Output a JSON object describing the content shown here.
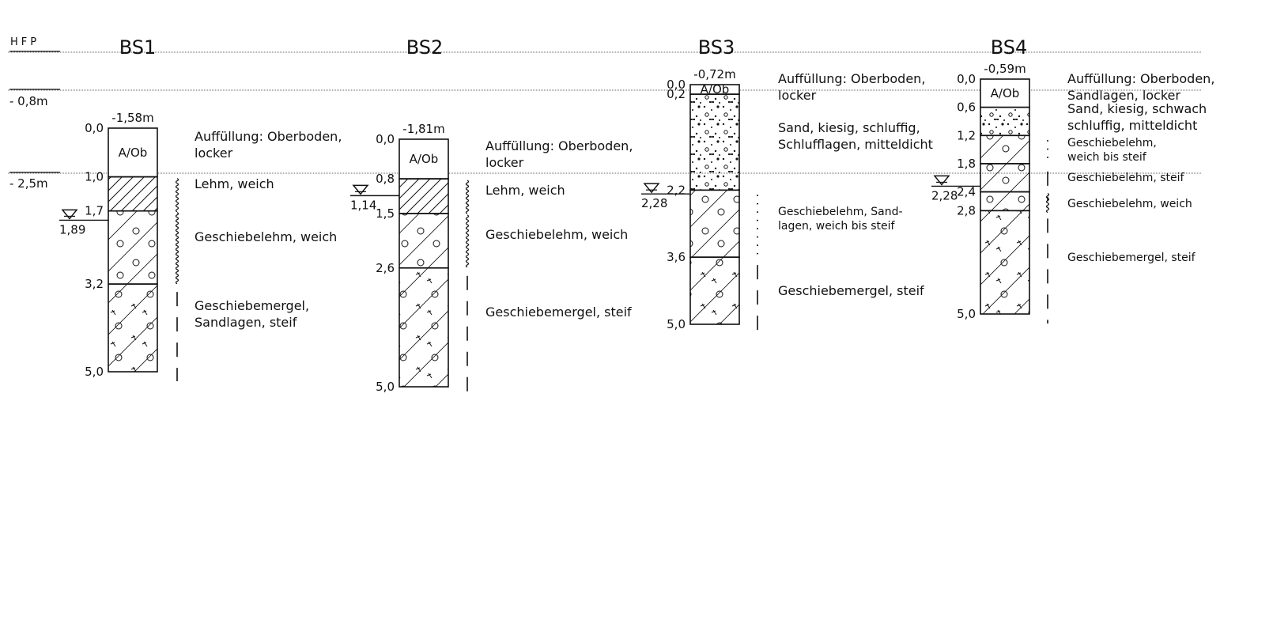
{
  "reference": {
    "label": "HFP",
    "levels": [
      "- 0,8m",
      "- 2,5m"
    ]
  },
  "boreholes": [
    {
      "name": "BS1",
      "elevation": "-1,58m",
      "water": {
        "level": "1,89",
        "depth": 1.89
      },
      "bottom": 5.0,
      "layers": [
        {
          "top": 0.0,
          "top_label": "0,0",
          "bottom": 1.0,
          "pattern": "fill",
          "code": "A/Ob",
          "desc": [
            "Auffüllung: Oberboden,",
            "locker"
          ],
          "consistency": "none"
        },
        {
          "top": 1.0,
          "top_label": "1,0",
          "bottom": 1.7,
          "pattern": "lehm",
          "code": "",
          "desc": [
            "Lehm, weich"
          ],
          "consistency": "wavy"
        },
        {
          "top": 1.7,
          "top_label": "1,7",
          "bottom": 3.2,
          "pattern": "gl",
          "code": "",
          "desc": [
            "Geschiebelehm, weich"
          ],
          "consistency": "wavy"
        },
        {
          "top": 3.2,
          "top_label": "3,2",
          "bottom": 5.0,
          "pattern": "gm",
          "code": "",
          "desc": [
            "Geschiebemergel,",
            "Sandlagen, steif"
          ],
          "consistency": "dashed"
        }
      ],
      "bottom_label": "5,0"
    },
    {
      "name": "BS2",
      "elevation": "-1,81m",
      "water": {
        "level": "1,14",
        "depth": 1.14
      },
      "bottom": 5.0,
      "layers": [
        {
          "top": 0.0,
          "top_label": "0,0",
          "bottom": 0.8,
          "pattern": "fill",
          "code": "A/Ob",
          "desc": [
            "Auffüllung: Oberboden,",
            "locker"
          ],
          "consistency": "none"
        },
        {
          "top": 0.8,
          "top_label": "0,8",
          "bottom": 1.5,
          "pattern": "lehm",
          "code": "",
          "desc": [
            "Lehm, weich"
          ],
          "consistency": "wavy"
        },
        {
          "top": 1.5,
          "top_label": "1,5",
          "bottom": 2.6,
          "pattern": "gl",
          "code": "",
          "desc": [
            "Geschiebelehm, weich"
          ],
          "consistency": "wavy"
        },
        {
          "top": 2.6,
          "top_label": "2,6",
          "bottom": 5.0,
          "pattern": "gm",
          "code": "",
          "desc": [
            "Geschiebemergel, steif"
          ],
          "consistency": "dashed"
        }
      ],
      "bottom_label": "5,0"
    },
    {
      "name": "BS3",
      "elevation": "-0,72m",
      "water": {
        "level": "2,28",
        "depth": 2.28
      },
      "bottom": 5.0,
      "layers": [
        {
          "top": 0.0,
          "top_label": "0,0",
          "bottom": 0.2,
          "pattern": "fill",
          "code": "A/Ob",
          "desc": [
            "Auffüllung: Oberboden,",
            "locker"
          ],
          "consistency": "none"
        },
        {
          "top": 0.2,
          "top_label": "0,2",
          "bottom": 2.2,
          "pattern": "sand",
          "code": "",
          "desc": [
            "Sand, kiesig, schluffig,",
            "Schlufflagen, mitteldicht"
          ],
          "consistency": "none"
        },
        {
          "top": 2.2,
          "top_label": "2,2",
          "bottom": 3.6,
          "pattern": "gl",
          "code": "",
          "desc": [
            "Geschiebelehm, Sand-",
            "lagen, weich bis steif"
          ],
          "consistency": "dotted"
        },
        {
          "top": 3.6,
          "top_label": "3,6",
          "bottom": 5.0,
          "pattern": "gm",
          "code": "",
          "desc": [
            "Geschiebemergel, steif"
          ],
          "consistency": "dashed"
        }
      ],
      "bottom_label": "5,0"
    },
    {
      "name": "BS4",
      "elevation": "-0,59m",
      "water": {
        "level": "2,28",
        "depth": 2.28
      },
      "bottom": 5.0,
      "layers": [
        {
          "top": 0.0,
          "top_label": "0,0",
          "bottom": 0.6,
          "pattern": "fill",
          "code": "A/Ob",
          "desc": [
            "Auffüllung: Oberboden,",
            "Sandlagen, locker"
          ],
          "consistency": "none"
        },
        {
          "top": 0.6,
          "top_label": "0,6",
          "bottom": 1.2,
          "pattern": "sand",
          "code": "",
          "desc": [
            "Sand, kiesig, schwach",
            "schluffig, mitteldicht"
          ],
          "consistency": "none"
        },
        {
          "top": 1.2,
          "top_label": "1,2",
          "bottom": 1.8,
          "pattern": "gl",
          "code": "",
          "desc": [
            "Geschiebelehm,",
            "weich bis steif"
          ],
          "consistency": "dotted"
        },
        {
          "top": 1.8,
          "top_label": "1,8",
          "bottom": 2.4,
          "pattern": "gl",
          "code": "",
          "desc": [
            "Geschiebelehm, steif"
          ],
          "consistency": "dashed"
        },
        {
          "top": 2.4,
          "top_label": "2,4",
          "bottom": 2.8,
          "pattern": "gl",
          "code": "",
          "desc": [
            "Geschiebelehm, weich"
          ],
          "consistency": "wavy"
        },
        {
          "top": 2.8,
          "top_label": "2,8",
          "bottom": 5.0,
          "pattern": "gm",
          "code": "",
          "desc": [
            "Geschiebemergel, steif"
          ],
          "consistency": "dashed"
        }
      ],
      "bottom_label": "5,0"
    }
  ]
}
